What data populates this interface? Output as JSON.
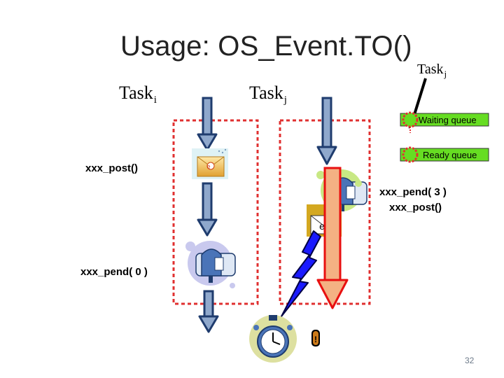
{
  "slide": {
    "title": "Usage: OS_Event.TO()",
    "page_number": "32"
  },
  "tasks": {
    "task_i": {
      "name": "Task",
      "subscript": "i"
    },
    "task_j": {
      "name": "Task",
      "subscript": "j"
    },
    "task_j_top": {
      "name": "Task",
      "subscript": "j"
    }
  },
  "queues": {
    "waiting": "Waiting queue",
    "ready": "Ready queue"
  },
  "calls": {
    "post_left": "xxx_post()",
    "pend_right": "xxx_pend( 3 )",
    "post_right": "xxx_post()",
    "pend_left": "xxx_pend( 0 )"
  },
  "icons": {
    "envelope_symbol": "e",
    "timeout_marker": "!"
  },
  "colors": {
    "region_border": "#e03030",
    "arrow_fill": "#8fa8cc",
    "arrow_stroke": "#1f3c6e",
    "lightning_fill": "#1a1aff",
    "red_arrow_fill": "#f4b183",
    "red_arrow_stroke": "#e81010",
    "queue_green": "#66dd22"
  }
}
